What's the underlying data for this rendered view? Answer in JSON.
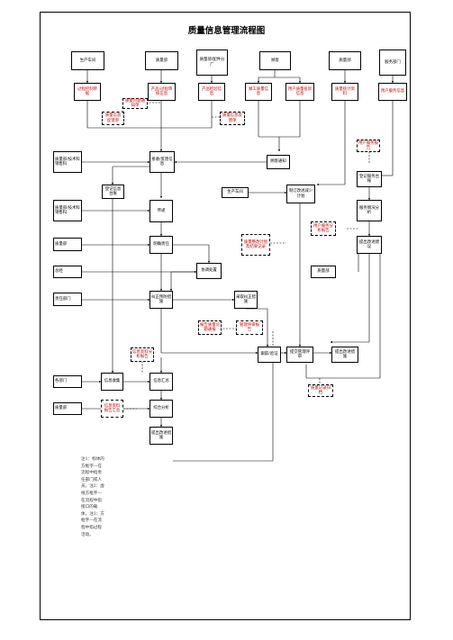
{
  "title": "质量信息管理流程图",
  "header_departments": [
    "生产车间",
    "质量部",
    "质量部/配件分厂",
    "顾客",
    "质量部",
    "服务部门"
  ],
  "row_one": {
    "process_control": "过程控制单据",
    "product_inspection": "产品/过程审核信息",
    "parts_inspection": "产品检验信息",
    "in_house_quality": "顾工质量信息",
    "customer_complaint": "用户质量投诉信息",
    "quality_stats": "质量统计资料",
    "user_service": "用户服务信息"
  },
  "dashed_labels": {
    "quality_issue_notice": "质量问题通知单",
    "quality_info_feedback_a": "质量信息反馈单",
    "quality_info_feedback_b": "质量信息反馈单",
    "user_service_report": "用户服务报告",
    "user_service_analysis": "用户服务分析报告",
    "quality_fix_record": "质量整改计划及结果记录",
    "report_notice": "报告质量问题通报",
    "management_review": "管理评审报告",
    "records_archive": "质量记录归档",
    "quality_info_analysis": "信息资料分析报告",
    "quality_data_summary": "信息资料报告汇总"
  },
  "flow": {
    "left_dept_1": "质量部/技术科销售科",
    "receive_feedback": "接收/反馈信息",
    "customer_notice": "顾客通知",
    "register_ledger_left": "登记信息台账",
    "left_dept_2": "质量部/技术科销售科",
    "transmit": "传递",
    "production_dept": "生产车间",
    "plan_reduce": "制订改进减少计划",
    "register_service": "登记服务台账",
    "service_analysis": "服务情况分析",
    "left_dept_3": "质量部",
    "clarify_responsibility": "明确责任",
    "propose_improvement": "提出改进建议",
    "left_dept_4": "总经",
    "coordinate": "协调处置"
  },
  "flow2": {
    "right_quality": "质量部",
    "left_dept_5": "责任部门",
    "corrective_action": "纠正预防措施",
    "take_measures": "采取纠正措施",
    "verify": "跟踪/验证",
    "submit_review": "提交管理评审",
    "propose_measures": "提出改进措施",
    "left_dept_6": "各部门",
    "collect_info": "信息收集",
    "info_summary": "信息汇总",
    "left_dept_7": "质量部",
    "comprehensive_analysis": "综合分析",
    "improve_suggestions": "提出改进措施"
  },
  "notes": "注1：标体的方框字—在流程中指责任部门或人员。注2：虚线方框字—在流程中指接口的载体。注3：方框字—在流程中指过程活动。"
}
